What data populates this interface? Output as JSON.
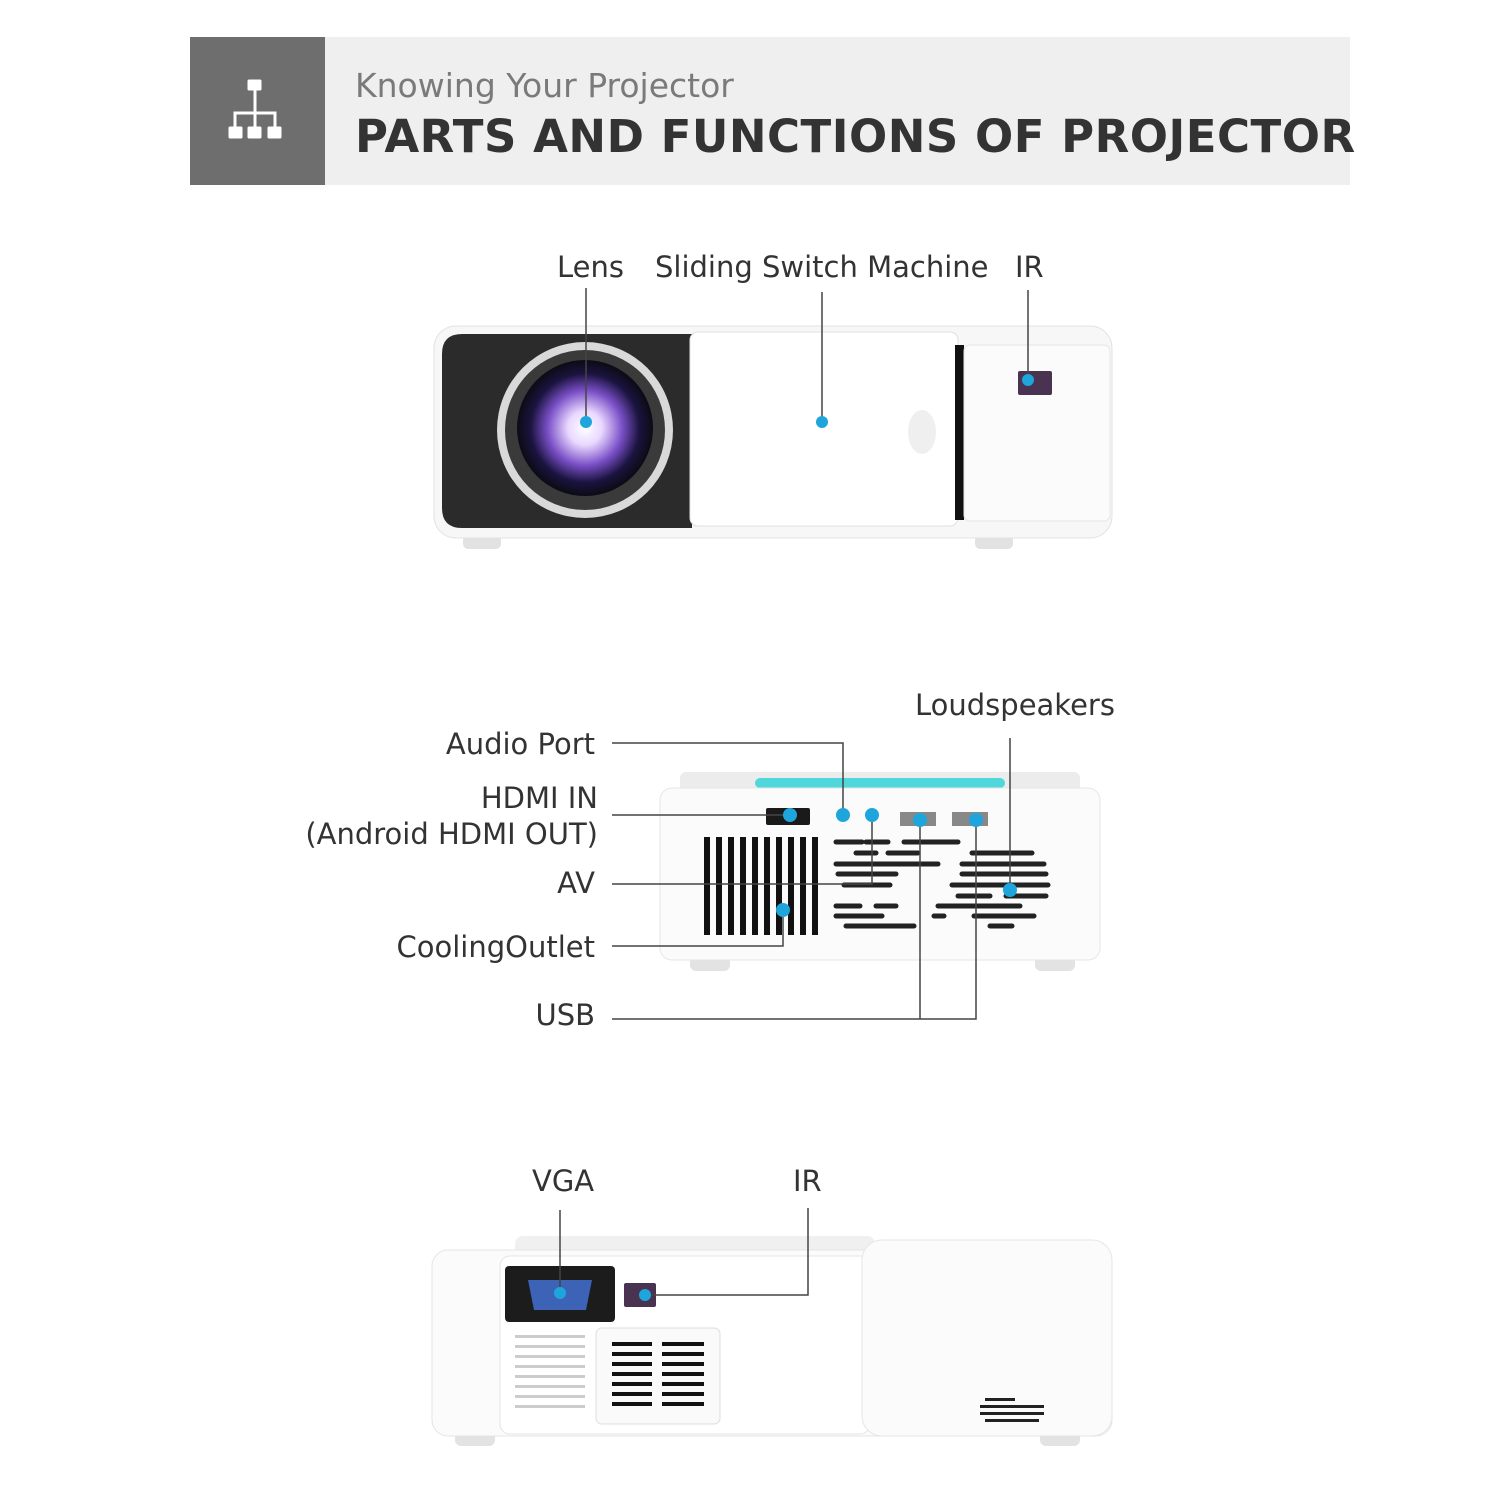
{
  "header": {
    "icon": "sitemap-icon",
    "subtitle": "Knowing Your Projector",
    "title": "PARTS AND FUNCTIONS OF PROJECTOR"
  },
  "front_view": {
    "labels": {
      "lens": "Lens",
      "sliding_switch": "Sliding Switch Machine",
      "ir": "IR"
    }
  },
  "side_view": {
    "labels": {
      "audio_port": "Audio Port",
      "hdmi_in": "HDMI IN",
      "hdmi_note": "(Android HDMI OUT)",
      "av": "AV",
      "cooling_outlet": "CoolingOutlet",
      "usb": "USB",
      "loudspeakers": "Loudspeakers"
    }
  },
  "rear_view": {
    "labels": {
      "vga": "VGA",
      "ir": "IR"
    }
  },
  "colors": {
    "accent_dot": "#1ea6dc",
    "header_icon_bg": "#6e6e6e",
    "header_bar_bg": "#efefef"
  }
}
